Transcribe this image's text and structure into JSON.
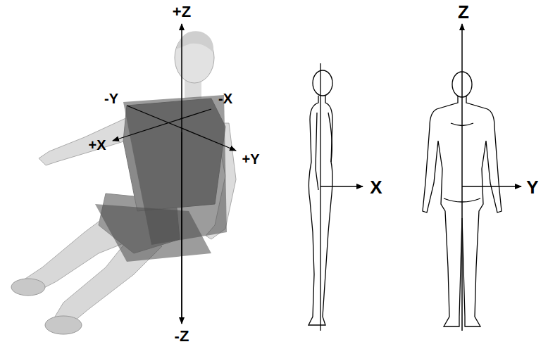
{
  "diagram": {
    "labels": [
      "+Z",
      "-Y",
      "-X",
      "+X",
      "+Y",
      "-Z",
      "Z",
      "X",
      "Y"
    ]
  }
}
